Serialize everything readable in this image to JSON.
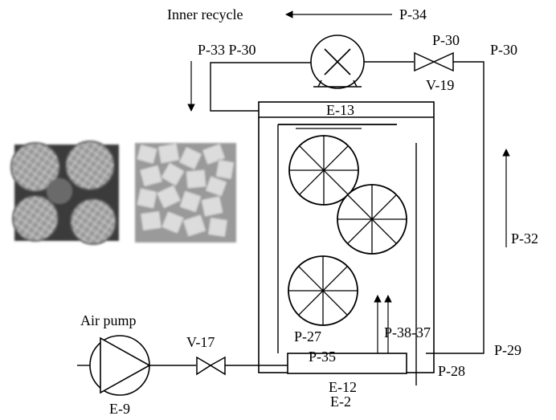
{
  "labels": {
    "inner_recycle": "Inner recycle",
    "p34": "P-34",
    "p33_p30": "P-33 P-30",
    "p30_valve_left": "P-30",
    "p30_right": "P-30",
    "v19": "V-19",
    "e13": "E-13",
    "p32": "P-32",
    "air_pump": "Air pump",
    "v17": "V-17",
    "e9": "E-9",
    "p27": "P-27",
    "p35": "P-35",
    "p38_37": "P-38-37",
    "e12": "E-12",
    "e2": "E-2",
    "p28": "P-28",
    "p29": "P-29"
  },
  "photos": {
    "left": "spherical-carrier-balls-photo",
    "right": "sponge-cube-carriers-photo"
  },
  "colors": {
    "line": "#000000",
    "background": "#ffffff",
    "photo_dark": "#3a3a3a",
    "photo_light": "#d8d8d8"
  }
}
